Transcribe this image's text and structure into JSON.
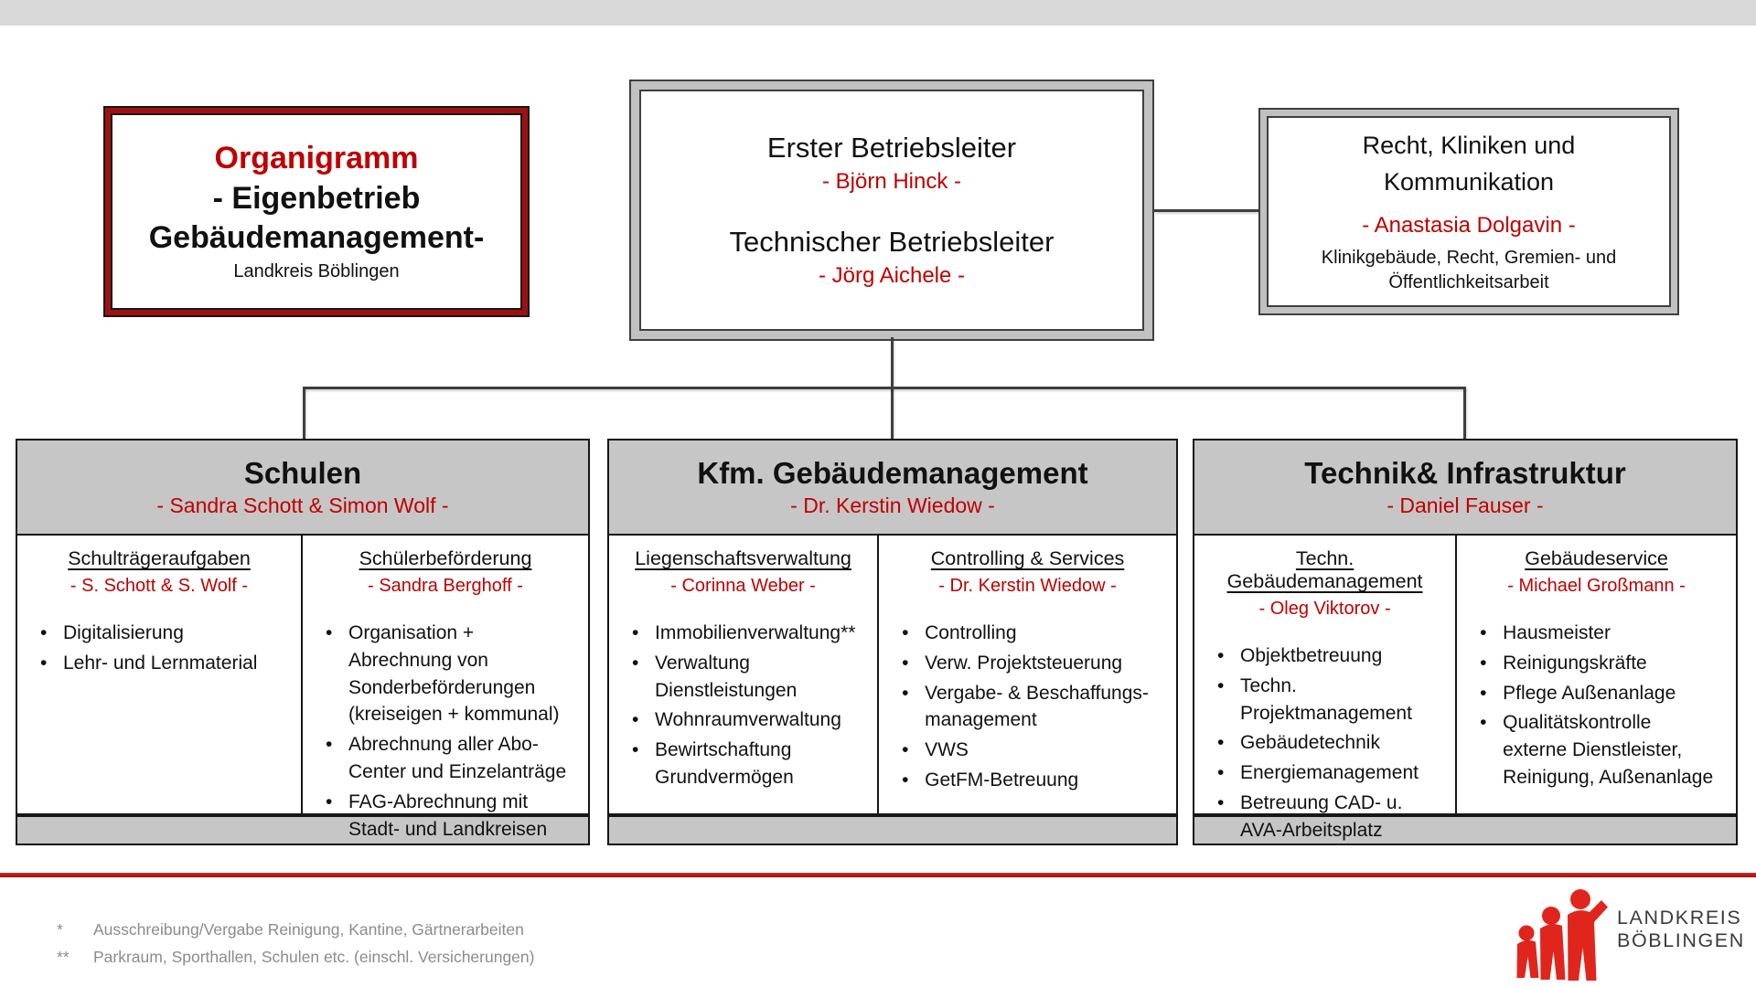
{
  "title_box": {
    "title": "Organigramm",
    "line2": "- Eigenbetrieb",
    "line3": "Gebäudemanagement-",
    "line4": "Landkreis Böblingen"
  },
  "leadership_box": {
    "role1": "Erster Betriebsleiter",
    "name1": "- Björn Hinck -",
    "role2": "Technischer Betriebsleiter",
    "name2": "- Jörg Aichele -"
  },
  "staff_box": {
    "title": "Recht, Kliniken und Kommunikation",
    "name": "- Anastasia Dolgavin -",
    "description": "Klinikgebäude, Recht, Gremien- und Öffentlichkeitsarbeit"
  },
  "departments": [
    {
      "title": "Schulen",
      "head": "- Sandra Schott & Simon Wolf -",
      "units": [
        {
          "title": "Schulträgeraufgaben",
          "head": "- S. Schott & S. Wolf -",
          "tasks": [
            "Digitalisierung",
            "Lehr- und Lernmaterial"
          ]
        },
        {
          "title": "Schülerbeförderung",
          "head": "- Sandra Berghoff -",
          "tasks": [
            "Organisation + Abrechnung von Sonderbeförderungen (kreiseigen + kommunal)",
            "Abrechnung aller Abo-Center und Einzelanträge",
            "FAG-Abrechnung mit Stadt- und Landkreisen"
          ]
        }
      ]
    },
    {
      "title": "Kfm. Gebäudemanagement",
      "head": "- Dr. Kerstin Wiedow -",
      "units": [
        {
          "title": "Liegenschaftsverwaltung",
          "head": "- Corinna Weber -",
          "tasks": [
            "Immobilienverwaltung**",
            "Verwaltung Dienstleistungen",
            "Wohnraumverwaltung",
            "Bewirtschaftung Grundvermögen"
          ]
        },
        {
          "title": "Controlling & Services",
          "head": "- Dr. Kerstin Wiedow -",
          "tasks": [
            "Controlling",
            "Verw. Projektsteuerung",
            "Vergabe- & Beschaffungs-management",
            "VWS",
            "GetFM-Betreuung"
          ]
        }
      ]
    },
    {
      "title": "Technik& Infrastruktur",
      "head": "- Daniel Fauser -",
      "units": [
        {
          "title": "Techn. Gebäudemanagement",
          "head": "- Oleg Viktorov -",
          "tasks": [
            "Objektbetreuung",
            "Techn. Projektmanagement",
            "Gebäudetechnik",
            "Energiemanagement",
            "Betreuung CAD- u. AVA-Arbeitsplatz"
          ]
        },
        {
          "title": "Gebäudeservice",
          "head": "- Michael Großmann -",
          "tasks": [
            "Hausmeister",
            "Reinigungskräfte",
            "Pflege Außenanlage",
            "Qualitätskontrolle externe Dienstleister, Reinigung, Außenanlage"
          ]
        }
      ]
    }
  ],
  "footnotes": [
    {
      "marker": "*",
      "text": "Ausschreibung/Vergabe Reinigung, Kantine, Gärtnerarbeiten"
    },
    {
      "marker": "**",
      "text": "Parkraum, Sporthallen, Schulen  etc. (einschl. Versicherungen)"
    }
  ],
  "logo": {
    "line1": "LANDKREIS",
    "line2": "BÖBLINGEN"
  },
  "colors": {
    "accent_red_text": "#C00000",
    "title_border_red": "#9E1111",
    "header_gray": "#C6C6C6",
    "topbar_gray": "#D9D9D9",
    "double_border_gray": "#C1C1C1",
    "line_gray": "#3F3F3F",
    "box_border_dark": "#161616",
    "divider_line_red": "#B41318",
    "footnote_gray": "#8C8C8C",
    "logo_red": "#E0261C",
    "logo_text_gray": "#3B3B3B"
  }
}
